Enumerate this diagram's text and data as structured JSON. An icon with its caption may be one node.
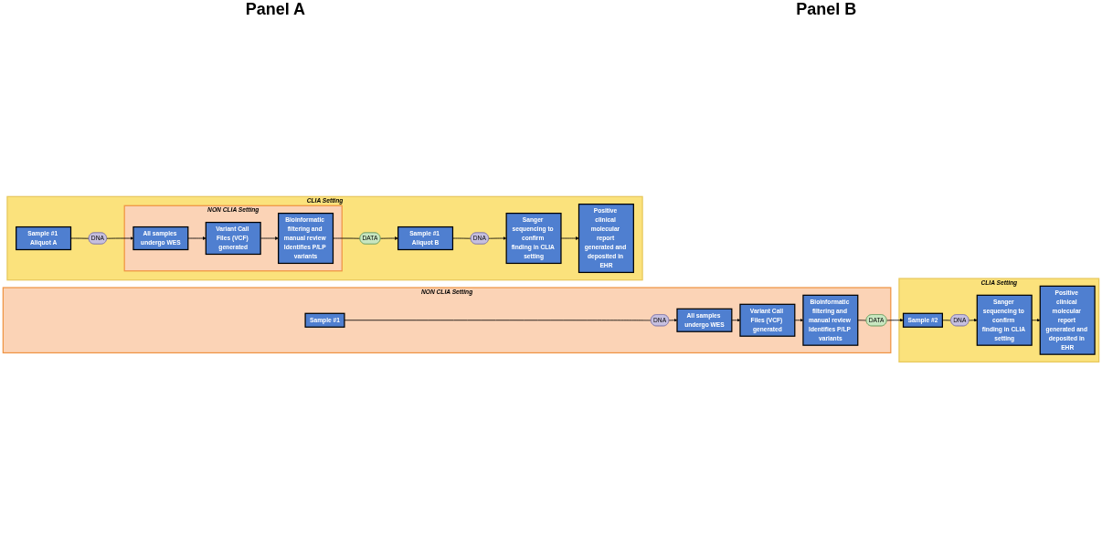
{
  "diagram": {
    "nodes": [
      {
        "text": [
          "NON CLIA Setting"
        ]
      },
      {
        "text": [
          "Sample #1"
        ],
        "in": 0
      },
      {
        "text": [
          "DNA"
        ],
        "in": 0
      },
      {
        "text": [
          "All samples undergo WES"
        ],
        "in": 0
      },
      {
        "text": [
          "Variant Call Files (VCF) generated"
        ],
        "in": 0
      },
      {
        "text": [
          "Bioinformatic filtering and manual review Identifies P/LP variants"
        ],
        "in": 0
      },
      {
        "text": [
          "DATA"
        ],
        "in": 0
      },
      {
        "text": [
          "CLIA Setting"
        ]
      },
      {
        "text": [
          "Sample #2"
        ],
        "in": 7
      },
      {
        "text": [
          "DNA"
        ],
        "in": 7
      },
      {
        "text": [
          "Sanger sequencing to confirm finding in CLIA setting"
        ],
        "in": 7
      },
      {
        "text": [
          "Positive clinical molecular report generated and deposited in EHR"
        ],
        "in": 7
      },
      {
        "text": [
          "CLIA Setting"
        ]
      },
      {
        "text": [
          "Sample #1 Aliquot A"
        ],
        "in": 12
      },
      {
        "text": [
          "DNA"
        ],
        "in": 12
      },
      {
        "text": [
          "NON CLIA Setting"
        ],
        "in": 12
      },
      {
        "text": [
          "All samples undergo WES"
        ],
        "in": 15
      },
      {
        "text": [
          "Variant Call Files (VCF) generated"
        ],
        "in": 15
      },
      {
        "text": [
          "Bioinformatic filtering and manual review Identifies P/LP variants"
        ],
        "in": 15
      },
      {
        "text": [
          "DATA"
        ],
        "in": 12
      },
      {
        "text": [
          "Sample #1 Aliquot B"
        ],
        "in": 12
      },
      {
        "text": [
          "DNA"
        ],
        "in": 12
      },
      {
        "text": [
          "Sanger sequencing to confirm finding in CLIA setting"
        ],
        "in": 12
      },
      {
        "text": [
          "Positive clinical molecular report generated and deposited in EHR"
        ],
        "in": 12
      }
    ],
    "edges": [
      {
        "from": 1,
        "to": 2,
        "arrow": "none"
      },
      {
        "from": 2,
        "to": 3,
        "arrow": "to"
      },
      {
        "from": 3,
        "to": 4,
        "arrow": "to"
      },
      {
        "from": 4,
        "to": 5,
        "arrow": "to"
      },
      {
        "from": 5,
        "to": 6,
        "arrow": "none"
      },
      {
        "from": 6,
        "to": 8,
        "arrow": "to"
      },
      {
        "from": 8,
        "to": 9,
        "arrow": "none"
      },
      {
        "from": 9,
        "to": 10,
        "arrow": "to"
      },
      {
        "from": 10,
        "to": 11,
        "arrow": "to"
      },
      {
        "from": 13,
        "to": 14,
        "arrow": "none"
      },
      {
        "from": 14,
        "to": 16,
        "arrow": "to"
      },
      {
        "from": 16,
        "to": 17,
        "arrow": "to"
      },
      {
        "from": 17,
        "to": 18,
        "arrow": "to"
      },
      {
        "from": 18,
        "to": 19,
        "arrow": "none"
      },
      {
        "from": 19,
        "to": 20,
        "arrow": "to"
      },
      {
        "from": 20,
        "to": 21,
        "arrow": "none"
      },
      {
        "from": 21,
        "to": 22,
        "arrow": "to"
      },
      {
        "from": 22,
        "to": 23,
        "arrow": "to"
      }
    ],
    "labels": [
      "Panel A",
      "Panel B"
    ]
  }
}
